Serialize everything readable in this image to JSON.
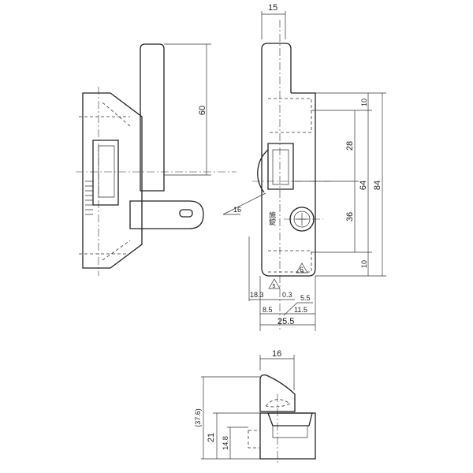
{
  "drawing": {
    "left_view": {
      "dim_handle_length": "60"
    },
    "front_view": {
      "dim_width_top": "15",
      "dim_top_10": "10",
      "dim_28": "28",
      "dim_64": "64",
      "dim_84": "84",
      "dim_36": "36",
      "dim_bottom_10": "10",
      "dim_radius_16": "16",
      "dim_18_3": "18.3",
      "dim_0_3": "0.3",
      "tri_5": "5",
      "tri_6": "6",
      "dim_5_5": "5.5",
      "dim_8_5": "8.5",
      "dim_11_5": "11.5",
      "dim_25_5": "25.5",
      "lock_label": "施錠"
    },
    "bottom_view": {
      "dim_width": "16",
      "dim_total_height": "(37.6)",
      "dim_21": "21",
      "dim_14_8": "14.8"
    }
  }
}
